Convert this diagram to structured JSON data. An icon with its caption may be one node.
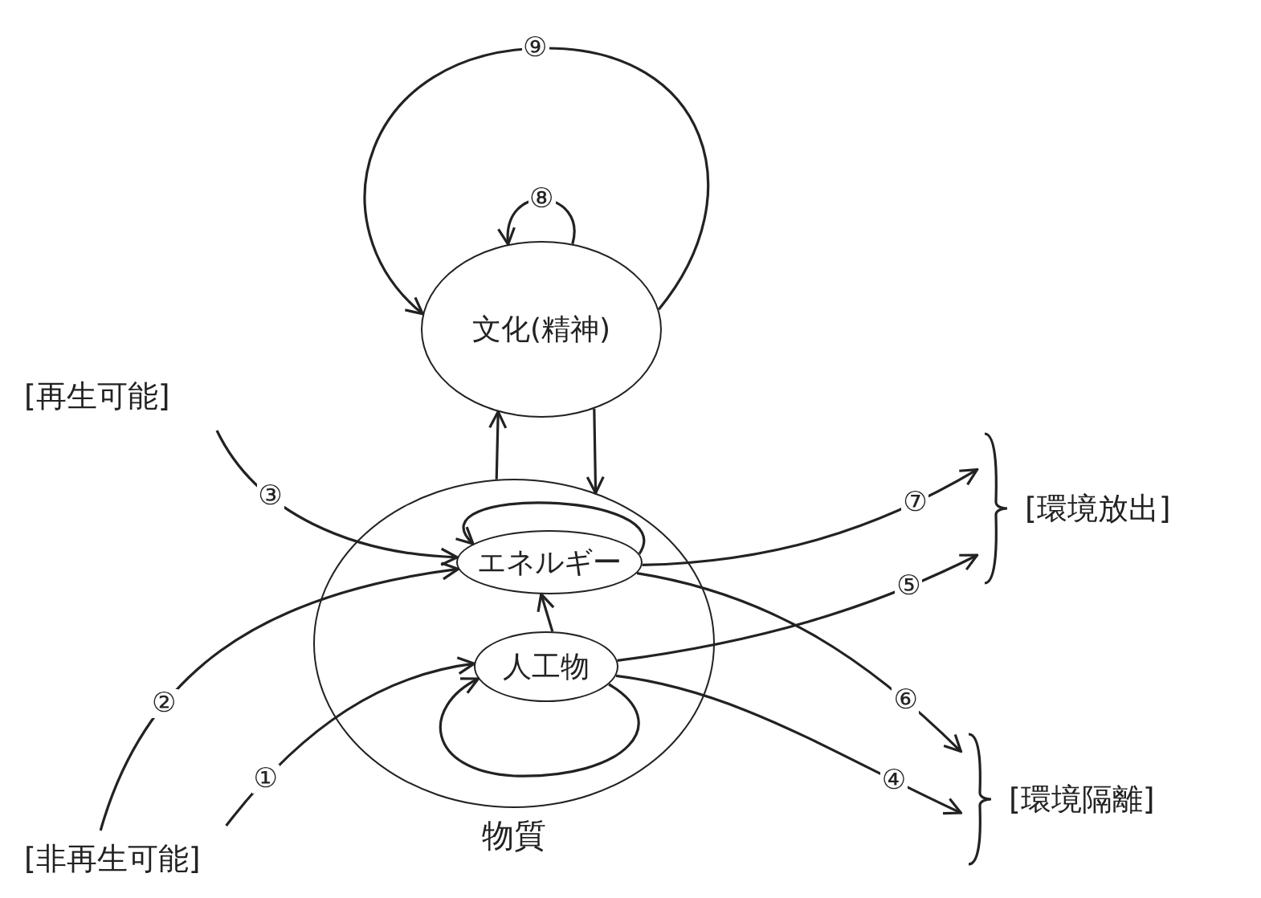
{
  "diagram": {
    "nodes": [
      {
        "text": [
          "文化(精神)"
        ]
      },
      {
        "text": [
          "物質"
        ]
      },
      {
        "text": [
          "エネルギー"
        ],
        "in": 1
      },
      {
        "text": [
          "人工物"
        ],
        "in": 1
      },
      {
        "text": [
          "[再生可能]"
        ]
      },
      {
        "text": [
          "[非再生可能]"
        ]
      },
      {
        "text": [
          "[環境放出]"
        ]
      },
      {
        "text": [
          "[環境隔離]"
        ]
      }
    ],
    "edges": [
      {
        "from": 0,
        "to": 0,
        "arrow": "to",
        "label": "⑨"
      },
      {
        "from": 0,
        "to": 0,
        "arrow": "to",
        "label": "⑧"
      },
      {
        "from": 1,
        "to": 0,
        "arrow": "to"
      },
      {
        "from": 0,
        "to": 1,
        "arrow": "to"
      },
      {
        "from": 4,
        "to": 2,
        "arrow": "to",
        "label": "③"
      },
      {
        "from": 5,
        "to": 2,
        "arrow": "to",
        "label": "②"
      },
      {
        "from": 2,
        "to": 2,
        "arrow": "to"
      },
      {
        "from": 5,
        "to": 3,
        "arrow": "to",
        "label": "①"
      },
      {
        "from": 3,
        "to": 2,
        "arrow": "to"
      },
      {
        "from": 3,
        "to": 3,
        "arrow": "to"
      },
      {
        "from": 2,
        "to": 6,
        "arrow": "to",
        "label": "⑦"
      },
      {
        "from": 3,
        "to": 6,
        "arrow": "to",
        "label": "⑤"
      },
      {
        "from": 2,
        "to": 7,
        "arrow": "to",
        "label": "⑥"
      },
      {
        "from": 3,
        "to": 7,
        "arrow": "to",
        "label": "④"
      }
    ]
  }
}
